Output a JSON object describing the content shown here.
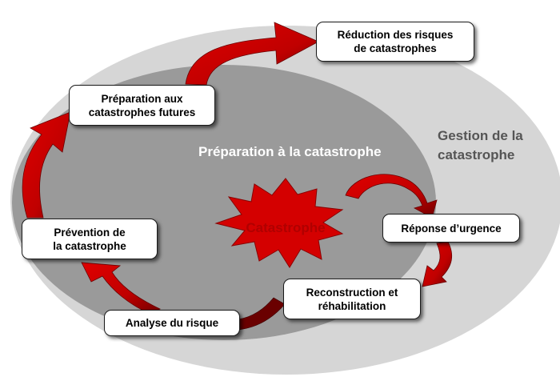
{
  "colors": {
    "outer_ellipse": "#d6d6d6",
    "inner_ellipse": "#9a9a9a",
    "arrow_red": "#c00000",
    "arrow_dark": "#6a0000",
    "burst_red": "#d40000",
    "text_dark": "#000000",
    "outer_label": "#555555",
    "inner_label": "#ffffff"
  },
  "labels": {
    "inner_region": "Préparation à la catastrophe",
    "outer_region": "Gestion de la\ncatastrophe",
    "center": "Catastrophe"
  },
  "boxes": {
    "reduction": "Réduction des risques\nde catastrophes",
    "preparation_futures": "Préparation aux\ncatastrophes futures",
    "prevention": "Prévention de\nla catastrophe",
    "analyse": "Analyse du risque",
    "reconstruction": "Reconstruction et\nréhabilitation",
    "reponse": "Réponse d’urgence"
  }
}
